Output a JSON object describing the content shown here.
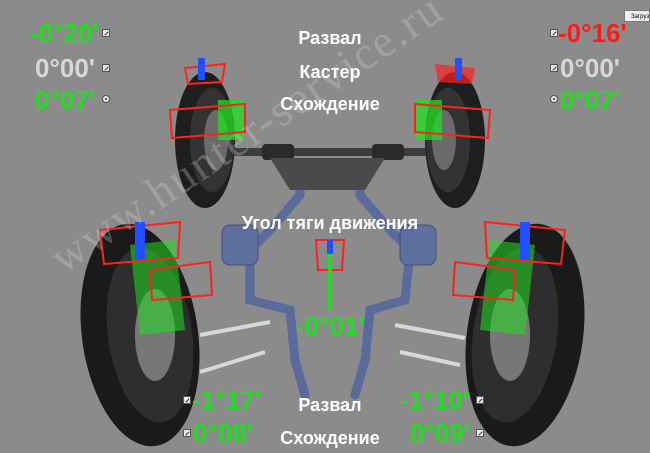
{
  "toolbar": {
    "load_label": "Загрузить"
  },
  "front": {
    "labels": {
      "camber": "Развал",
      "caster": "Кастер",
      "toe": "Схождение"
    },
    "left": {
      "camber": "-0°20'",
      "caster": "0°00'",
      "toe": "0°07'"
    },
    "right": {
      "camber": "-0°16'",
      "caster": "0°00'",
      "toe": "0°07'"
    }
  },
  "thrust": {
    "label": "Угол тяги движения",
    "value": "-0°01'"
  },
  "rear": {
    "labels": {
      "camber": "Развал",
      "toe": "Схождение"
    },
    "left": {
      "camber": "-1°17'",
      "toe": "0°08'"
    },
    "right": {
      "camber": "-1°10'",
      "toe": "0°09'"
    }
  },
  "watermark": "www.hunter-service.ru",
  "colors": {
    "in_spec": "#22dd22",
    "out_of_spec": "#ff1a1a",
    "neutral": "#d8d8d8",
    "background": "#8b8b8b",
    "label": "#ffffff"
  }
}
